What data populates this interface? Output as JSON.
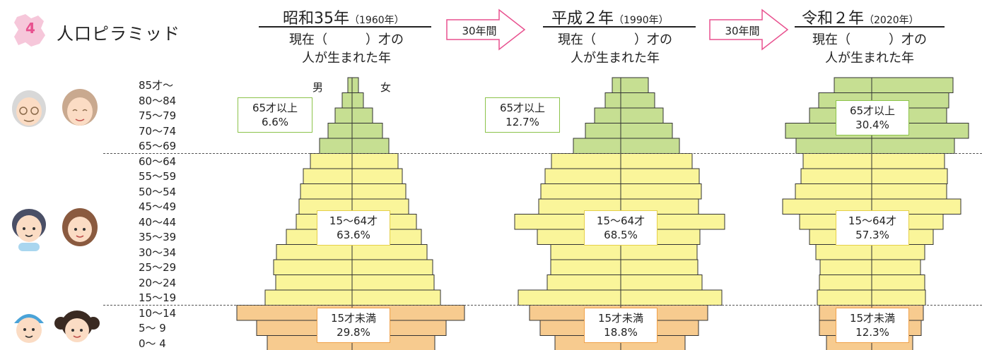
{
  "header": {
    "number": "4",
    "title": "人口ピラミッド"
  },
  "arrows": [
    {
      "label": "30年間"
    },
    {
      "label": "30年間"
    }
  ],
  "periods": [
    {
      "era": "昭和35年",
      "year": "（1960年）",
      "sub1": "現在（　　　）才の",
      "sub2": "人が生まれた年"
    },
    {
      "era": "平成２年",
      "year": "（1990年）",
      "sub1": "現在（　　　）才の",
      "sub2": "人が生まれた年"
    },
    {
      "era": "令和２年",
      "year": "（2020年）",
      "sub1": "現在（　　　）才の",
      "sub2": "人が生まれた年"
    }
  ],
  "sex_labels": {
    "male": "男",
    "female": "女"
  },
  "icons": [
    "elderly-man-icon",
    "elderly-woman-icon",
    "boy-icon",
    "girl-icon",
    "baby-boy-icon",
    "baby-girl-icon"
  ],
  "colors": {
    "elderly": "#c6df92",
    "working": "#faf59a",
    "young": "#f7cb8f",
    "accent": "#e8518f",
    "arrow": "#e8518f"
  },
  "chart_data": {
    "type": "bar",
    "age_groups": [
      "0〜 4",
      "5〜 9",
      "10〜14",
      "15〜19",
      "20〜24",
      "25〜29",
      "30〜34",
      "35〜39",
      "40〜44",
      "45〜49",
      "50〜54",
      "55〜59",
      "60〜64",
      "65〜69",
      "70〜74",
      "75〜79",
      "80〜84",
      "85才〜"
    ],
    "age_labels": [
      "85才〜",
      "80〜84",
      "75〜79",
      "70〜74",
      "65〜69",
      "60〜64",
      "55〜59",
      "50〜54",
      "45〜49",
      "40〜44",
      "35〜39",
      "30〜34",
      "25〜29",
      "20〜24",
      "15〜19",
      "10〜14",
      "5〜 9",
      "0〜 4"
    ],
    "pyramids": [
      {
        "name": "1960",
        "male": [
          120,
          135,
          163,
          123,
          108,
          111,
          107,
          93,
          79,
          75,
          73,
          69,
          59,
          46,
          34,
          24,
          14,
          6
        ],
        "female": [
          117,
          133,
          159,
          125,
          116,
          114,
          106,
          98,
          91,
          80,
          76,
          71,
          65,
          52,
          43,
          29,
          16,
          9
        ],
        "stats": {
          "elderly": {
            "label": "65才以上",
            "value": "6.6%"
          },
          "working": {
            "label": "15〜64才",
            "value": "63.6%"
          },
          "young": {
            "label": "15才未満",
            "value": "29.8%"
          }
        }
      },
      {
        "name": "1990",
        "male": [
          93,
          114,
          129,
          145,
          104,
          99,
          99,
          118,
          150,
          116,
          113,
          107,
          98,
          67,
          50,
          37,
          22,
          12
        ],
        "female": [
          91,
          110,
          123,
          143,
          115,
          109,
          108,
          112,
          147,
          110,
          114,
          111,
          101,
          83,
          73,
          60,
          48,
          39
        ],
        "stats": {
          "elderly": {
            "label": "65才以上",
            "value": "12.7%"
          },
          "working": {
            "label": "15〜64才",
            "value": "68.5%"
          },
          "young": {
            "label": "15才未満",
            "value": "18.8%"
          }
        }
      },
      {
        "name": "2020",
        "male": [
          64,
          74,
          74,
          77,
          74,
          73,
          79,
          88,
          102,
          126,
          108,
          100,
          97,
          107,
          122,
          88,
          75,
          53
        ],
        "female": [
          58,
          70,
          73,
          76,
          75,
          69,
          75,
          87,
          101,
          126,
          106,
          107,
          103,
          117,
          137,
          106,
          109,
          115
        ],
        "stats": {
          "elderly": {
            "label": "65才以上",
            "value": "30.4%"
          },
          "working": {
            "label": "15〜64才",
            "value": "57.3%"
          },
          "young": {
            "label": "15才未満",
            "value": "12.3%"
          }
        }
      }
    ]
  }
}
